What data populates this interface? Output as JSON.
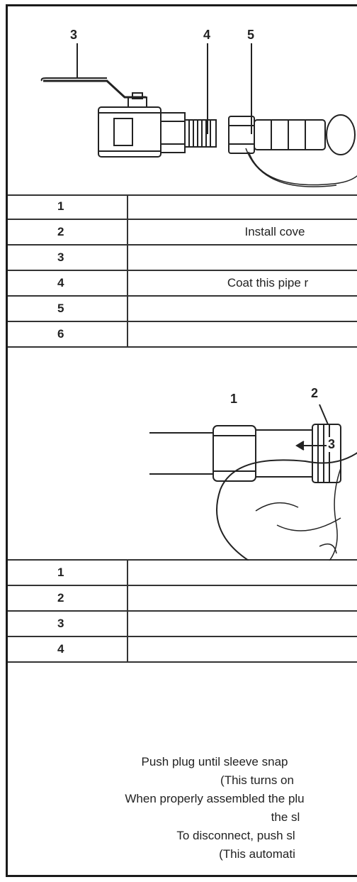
{
  "figure1": {
    "callouts": [
      "3",
      "4",
      "5"
    ]
  },
  "table1": {
    "rows": [
      {
        "num": "1",
        "text": ""
      },
      {
        "num": "2",
        "text": "Install cove"
      },
      {
        "num": "3",
        "text": ""
      },
      {
        "num": "4",
        "text": "Coat this pipe r"
      },
      {
        "num": "5",
        "text": ""
      },
      {
        "num": "6",
        "text": ""
      }
    ]
  },
  "figure2": {
    "callouts": [
      "1",
      "2",
      "3"
    ]
  },
  "table2": {
    "rows": [
      {
        "num": "1",
        "text": ""
      },
      {
        "num": "2",
        "text": ""
      },
      {
        "num": "3",
        "text": ""
      },
      {
        "num": "4",
        "text": ""
      }
    ]
  },
  "notes": [
    "Push plug until sleeve snap",
    "(This turns on",
    "When properly assembled the plu",
    "the sl",
    "To disconnect, push sl",
    "(This automati"
  ]
}
